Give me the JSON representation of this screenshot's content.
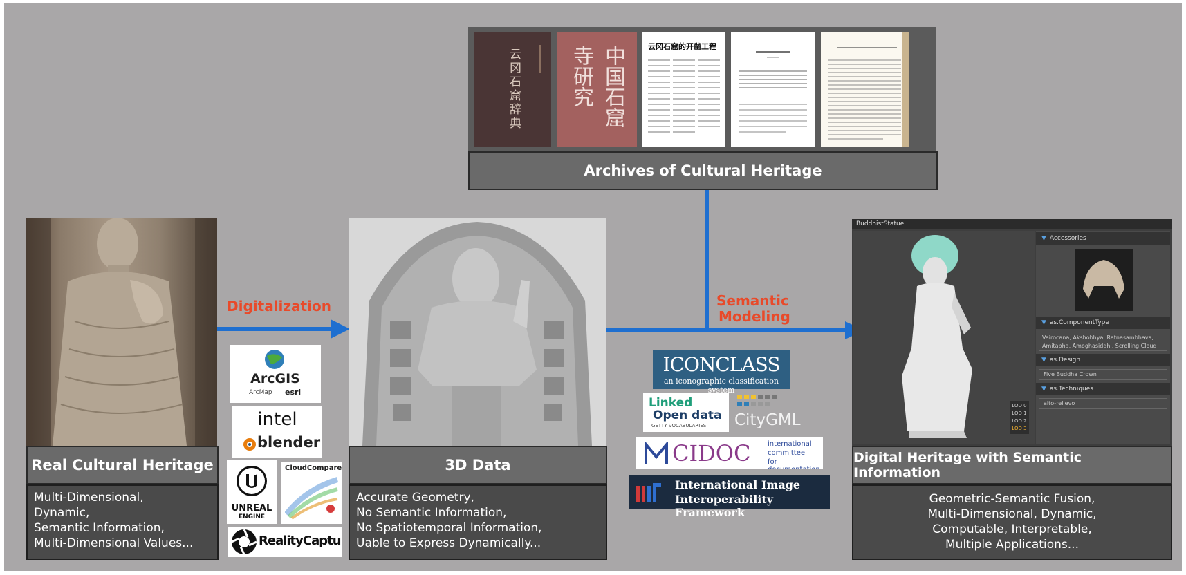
{
  "archives": {
    "title": "Archives of Cultural Heritage",
    "doc1_title": "云冈石窟辞典",
    "doc2_title": "中国石窟寺研究",
    "doc3_title": "云冈石窟的开凿工程"
  },
  "real": {
    "title": "Real Cultural Heritage",
    "lines": [
      "Multi-Dimensional,",
      "Dynamic,",
      "Semantic Information,",
      "Multi-Dimensional Values..."
    ]
  },
  "data3d": {
    "title": "3D Data",
    "lines": [
      "Accurate Geometry,",
      "No Semantic Information,",
      "No Spatiotemporal Information,",
      "Uable to Express Dynamically..."
    ]
  },
  "digital": {
    "title": "Digital Heritage with Semantic Information",
    "lines": [
      "Geometric-Semantic Fusion,",
      "Multi-Dimensional, Dynamic,",
      "Computable, Interpretable,",
      "Multiple Applications..."
    ]
  },
  "arrows": {
    "digitalization": "Digitalization",
    "semantic": "Semantic",
    "modeling": "Modeling"
  },
  "software_logos": {
    "arcgis": "ArcGIS",
    "arcmap": "ArcMap",
    "esri": "esri",
    "intel": "intel",
    "blender": "blender",
    "unreal": "UNREAL",
    "engine": "ENGINE",
    "cloudcompare": "CloudCompare",
    "realitycapture": "RealityCapture"
  },
  "standard_logos": {
    "iconclass": "ICONCLASS",
    "iconclass_sub": "an iconographic classification system",
    "linked": "Linked",
    "opendata": "Open data",
    "getty": "GETTY VOCABULARIES",
    "citygml": "CityGML",
    "cidoc": "CIDOC",
    "cidoc_sub": [
      "international",
      "committee",
      "for documentation"
    ],
    "iiif_line1": "International Image",
    "iiif_line2": "Interoperability Framework"
  },
  "viewer": {
    "title": "BuddhistStatue",
    "accessories": "Accessories",
    "component_type": "as.ComponentType",
    "component_values": [
      "Vairocana, Akshobhya, Ratnasambhava,",
      "Amitabha, Amoghasiddhi, Scrolling Cloud"
    ],
    "design": "as.Design",
    "design_value": "Five Buddha Crown",
    "techniques": "as.Techniques",
    "techniques_value": "alto-relievo",
    "lod": [
      "LOD 0",
      "LOD 1",
      "LOD 2",
      "LOD 3"
    ]
  },
  "colors": {
    "background": "#a9a7a8",
    "arrow": "#1e6fd0",
    "label_red": "#e84a2a"
  }
}
